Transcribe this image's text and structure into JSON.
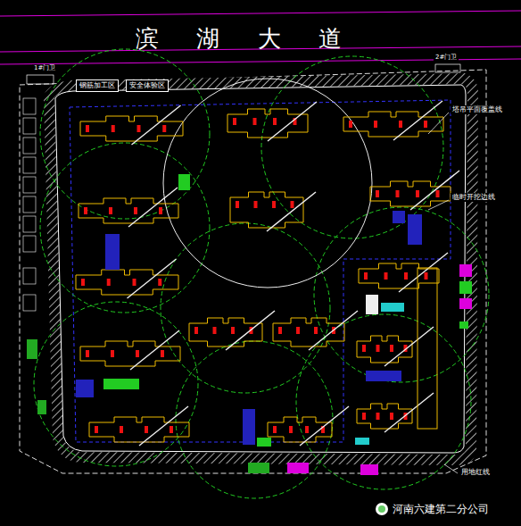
{
  "diagram": {
    "nodes": [
      {
        "text": [
          "钢筋加工区"
        ]
      },
      {
        "text": [
          "安全体验区"
        ]
      }
    ],
    "labels": [
      "滨 湖 大 道",
      "1#门卫",
      "2#门卫",
      "塔吊平面覆盖线",
      "临时开挖边线",
      "用地红线",
      "河南六建第二分公司"
    ]
  }
}
